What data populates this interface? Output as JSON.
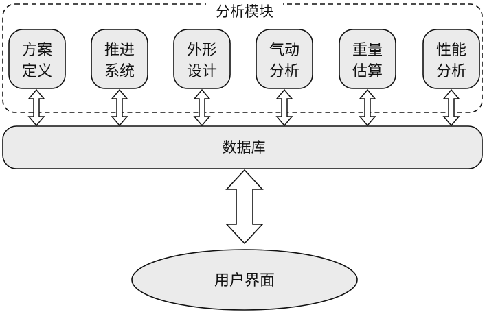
{
  "group": {
    "title": "分析模块"
  },
  "modules": [
    {
      "line1": "方案",
      "line2": "定义"
    },
    {
      "line1": "推进",
      "line2": "系统"
    },
    {
      "line1": "外形",
      "line2": "设计"
    },
    {
      "line1": "气动",
      "line2": "分析"
    },
    {
      "line1": "重量",
      "line2": "估算"
    },
    {
      "line1": "性能",
      "line2": "分析"
    }
  ],
  "database": {
    "label": "数据库"
  },
  "ui": {
    "label": "用户界面"
  },
  "colors": {
    "box_fill": "#ebebeb",
    "stroke": "#111111",
    "background": "#ffffff"
  }
}
